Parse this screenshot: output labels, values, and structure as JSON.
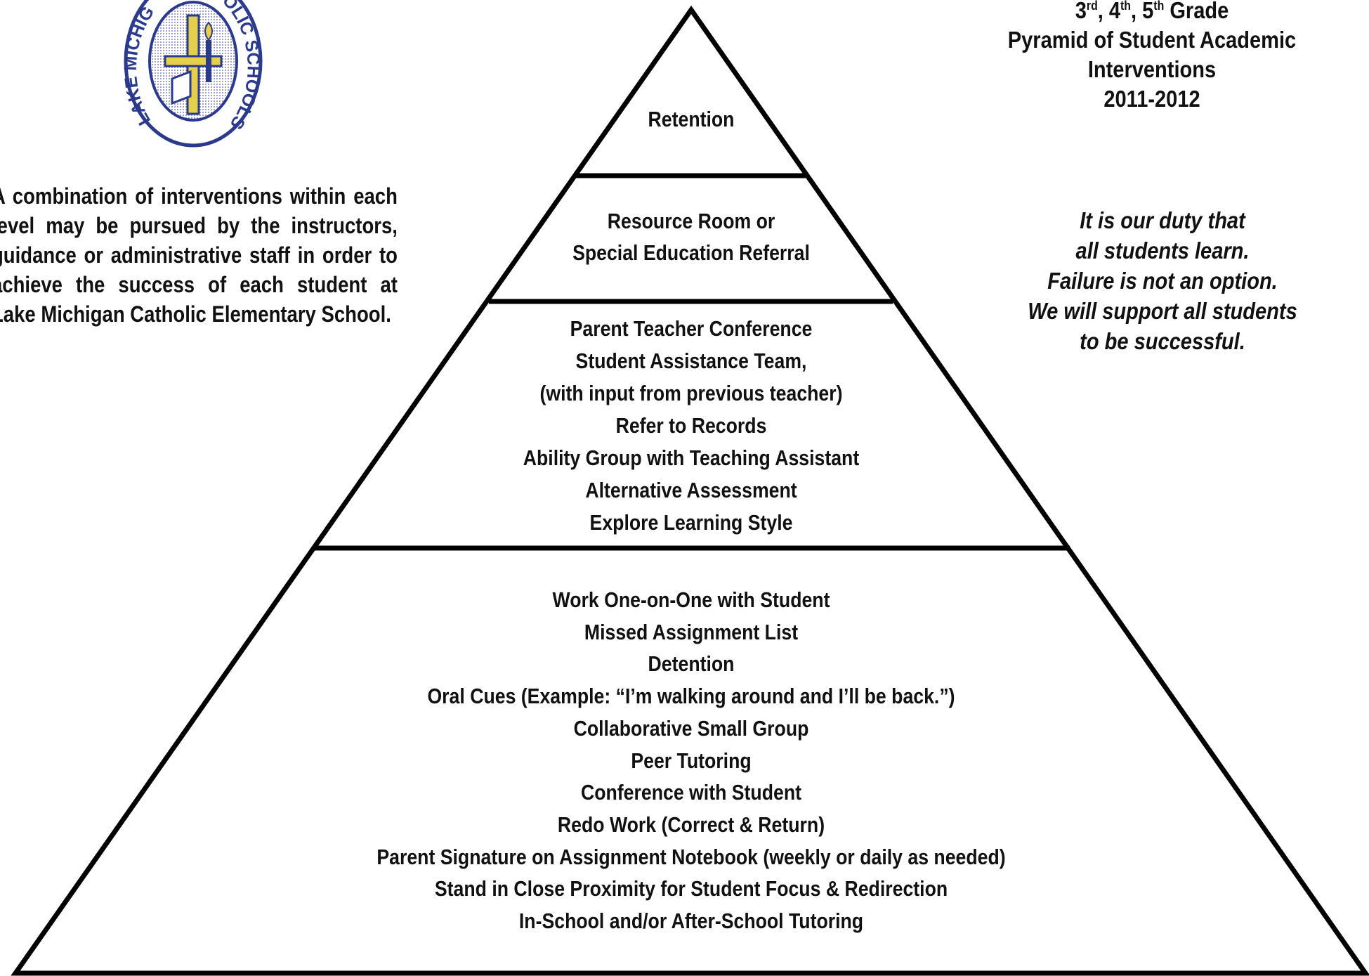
{
  "logo": {
    "left_arc_text": "LAKE MICHIG",
    "right_arc_text": "OLIC SCHOOLS",
    "colors": {
      "ring": "#2b3a8c",
      "cross": "#d9c23a",
      "fill": "#ffffff"
    }
  },
  "title": {
    "grade_parts": [
      {
        "num": "3",
        "sup": "rd",
        "sep": ", "
      },
      {
        "num": "4",
        "sup": "th",
        "sep": ", "
      },
      {
        "num": "5",
        "sup": "th",
        "sep": " Grade"
      }
    ],
    "lines": [
      "Pyramid of Student Academic",
      "Interventions",
      "2011-2012"
    ]
  },
  "left_note": "A combination of interventions within each level may be pursued by the instructors, guidance or administrative staff in order to achieve the success of each student at Lake Michigan Catholic Elementary School.",
  "motto": [
    "It is our duty that",
    "all students learn.",
    "Failure is not an option.",
    "We will support all students",
    "to be successful."
  ],
  "pyramid": {
    "tiers": [
      {
        "id": "tier-1",
        "lines": [
          "Retention"
        ]
      },
      {
        "id": "tier-2",
        "lines": [
          "Resource Room or",
          "Special Education Referral"
        ]
      },
      {
        "id": "tier-3",
        "lines": [
          "Parent Teacher Conference",
          "Student Assistance Team,",
          "(with input from previous teacher)",
          "Refer to Records",
          "Ability Group with Teaching Assistant",
          "Alternative Assessment",
          "Explore Learning Style"
        ]
      },
      {
        "id": "tier-4",
        "lines": [
          "Work One-on-One with Student",
          "Missed Assignment List",
          "Detention",
          "Oral Cues (Example:  “I’m walking around and I’ll be back.”)",
          "Collaborative Small Group",
          "Peer Tutoring",
          "Conference with Student",
          "Redo Work (Correct & Return)",
          "Parent Signature on Assignment Notebook (weekly or daily as needed)",
          "Stand in Close Proximity for Student Focus & Redirection",
          "In-School and/or After-School Tutoring"
        ]
      }
    ],
    "stroke_color": "#000000"
  }
}
